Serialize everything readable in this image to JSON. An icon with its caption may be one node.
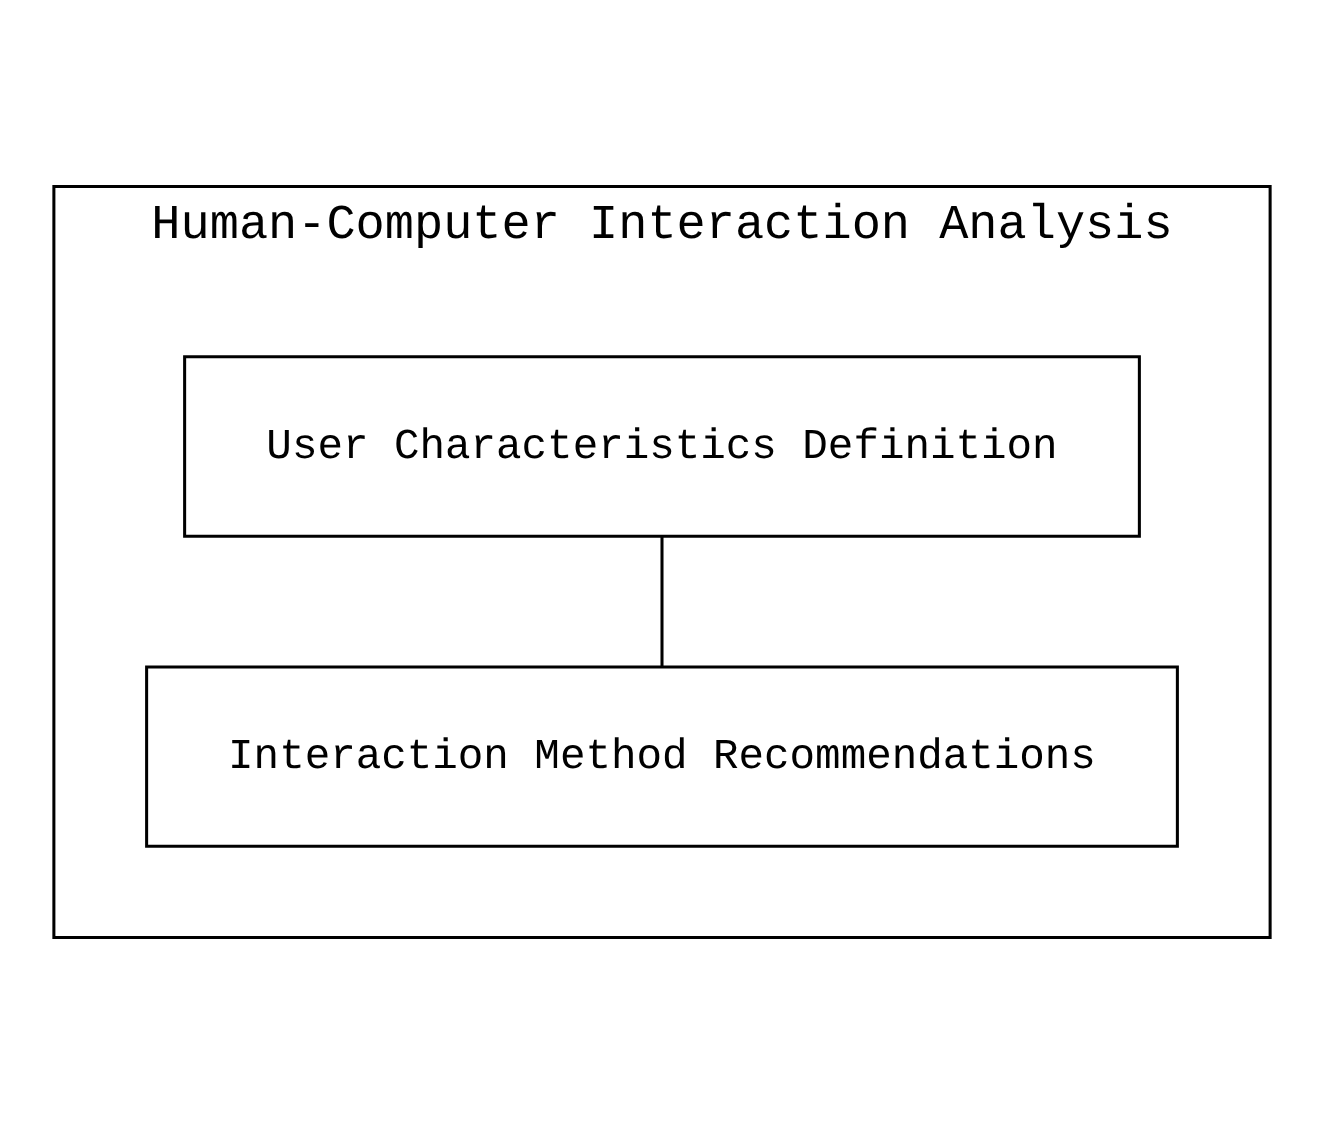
{
  "diagram": {
    "nodes": [
      {
        "text": [
          "Human-Computer Interaction Analysis"
        ]
      },
      {
        "text": [
          "User Characteristics Definition"
        ],
        "in": 0
      },
      {
        "text": [
          "Interaction Method Recommendations"
        ],
        "in": 0
      }
    ],
    "edges": [
      {
        "from": 1,
        "to": 2,
        "arrow": "none"
      }
    ]
  }
}
